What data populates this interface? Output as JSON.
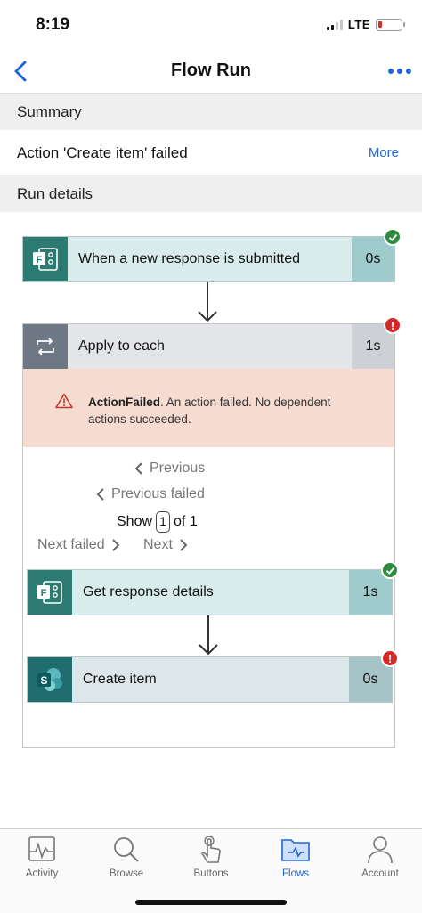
{
  "status_bar": {
    "time": "8:19",
    "network": "LTE"
  },
  "nav": {
    "title": "Flow Run",
    "back_icon": "chevron-left-icon",
    "more_icon": "ellipsis-icon"
  },
  "summary": {
    "header": "Summary",
    "message": "Action 'Create item' failed",
    "more_label": "More"
  },
  "run_details": {
    "header": "Run details"
  },
  "steps": {
    "trigger": {
      "label": "When a new response is submitted",
      "duration": "0s",
      "status": "succeeded",
      "icon": "forms-icon"
    },
    "apply_to_each": {
      "label": "Apply to each",
      "duration": "1s",
      "status": "failed",
      "icon": "loop-icon",
      "error_title": "ActionFailed",
      "error_message": ". An action failed. No dependent actions succeeded.",
      "pager": {
        "previous": "Previous",
        "previous_failed": "Previous failed",
        "show_label": "Show",
        "current_page": "1",
        "of_label": "of 1",
        "next_failed": "Next failed",
        "next": "Next"
      }
    },
    "get_response": {
      "label": "Get response details",
      "duration": "1s",
      "status": "succeeded",
      "icon": "forms-icon"
    },
    "create_item": {
      "label": "Create item",
      "duration": "0s",
      "status": "failed",
      "icon": "sharepoint-icon"
    }
  },
  "tabs": [
    {
      "label": "Activity",
      "icon": "activity-icon",
      "active": false
    },
    {
      "label": "Browse",
      "icon": "search-icon",
      "active": false
    },
    {
      "label": "Buttons",
      "icon": "touch-icon",
      "active": false
    },
    {
      "label": "Flows",
      "icon": "flows-icon",
      "active": true
    },
    {
      "label": "Account",
      "icon": "person-icon",
      "active": false
    }
  ],
  "colors": {
    "accent": "#2266d4",
    "forms_green": "#2c7b72",
    "card_teal_light": "#d9ecec",
    "card_teal_time": "#9fcbcd",
    "error_bg": "#f6dcd0",
    "success": "#2e8b3c",
    "failure": "#d62828"
  }
}
